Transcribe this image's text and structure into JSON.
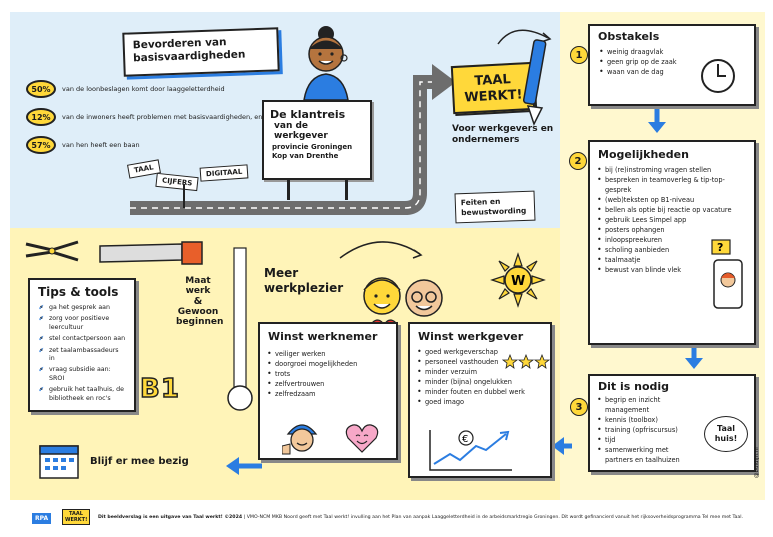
{
  "colors": {
    "accent_yellow": "#ffd83a",
    "light_blue": "#dfeef9",
    "light_yellow": "#fff4b8",
    "arrow_blue": "#2b7de1",
    "road": "#6d6d6d"
  },
  "title_banner": "Bevorderen van basisvaardigheden",
  "stats": [
    {
      "value": "50%",
      "text": "van de loonbeslagen komt door laaggeletterdheid"
    },
    {
      "value": "12%",
      "text": "van de inwoners heeft problemen met basisvaardigheden, en"
    },
    {
      "value": "57%",
      "text": "van hen heeft een baan"
    }
  ],
  "journey_sign": {
    "line1": "De klantreis",
    "line2": "van de werkgever",
    "line3": "provincie Groningen",
    "line4": "Kop van Drenthe"
  },
  "road_signs": [
    "TAAL",
    "CIJFERS",
    "DIGITAAL"
  ],
  "taalwerkt_sign": "TAAL WERKT!",
  "for_employers": "Voor werkgevers en ondernemers",
  "facts_label": "Feiten en bewustwording",
  "steps": [
    {
      "number": "1",
      "title": "Obstakels",
      "items": [
        "weinig draagvlak",
        "geen grip op de zaak",
        "waan van de dag"
      ]
    },
    {
      "number": "2",
      "title": "Mogelijkheden",
      "items": [
        "bij (re)instroming vragen stellen",
        "bespreken in teamoverleg & tip-top-gesprek",
        "(web)teksten op B1-niveau",
        "bellen als optie bij reactie op vacature",
        "gebruik Lees Simpel app",
        "posters ophangen",
        "inloopspreekuren",
        "scholing aanbieden",
        "taalmaatje",
        "bewust van blinde vlek"
      ]
    },
    {
      "number": "3",
      "title": "Dit is nodig",
      "items": [
        "begrip en inzicht management",
        "kennis (toolbox)",
        "training (opfriscursus)",
        "tijd",
        "samenwerking met partners en taalhuizen"
      ]
    }
  ],
  "taalhuis_bubble": "Taal huis!",
  "tips": {
    "title": "Tips & tools",
    "items": [
      "ga het gesprek aan",
      "zorg voor positieve leercultuur",
      "stel contactpersoon aan",
      "zet taalambassadeurs in",
      "vraag subsidie aan: SROI",
      "gebruik het taalhuis, de bibliotheek en roc's"
    ]
  },
  "b1_badge": "B1",
  "maatwerk": {
    "line1": "Maat",
    "line2": "werk",
    "amp": "&",
    "line3": "Gewoon",
    "line4": "beginnen"
  },
  "meer_plezier": "Meer werkplezier",
  "sun_letter": "W",
  "winst_werknemer": {
    "title": "Winst werknemer",
    "items": [
      "veiliger werken",
      "doorgroei mogelijkheden",
      "trots",
      "zelfvertrouwen",
      "zelfredzaam"
    ]
  },
  "winst_werkgever": {
    "title": "Winst werkgever",
    "items": [
      "goed werkgeverschap",
      "personeel vasthouden",
      "minder verzuim",
      "minder (bijna) ongelukken",
      "minder fouten en dubbel werk",
      "goed imago"
    ]
  },
  "stay_busy": "Blijf er mee bezig",
  "euro_symbol": "€",
  "credit": "@buidijn.nl",
  "footer": {
    "logo1": "RPA",
    "logo2": "TAAL WERKT!",
    "lead": "Dit beeldverslag is een uitgave van Taal werkt! ©2024",
    "body": "VMO-NCM MKB Noord geeft met Taal werkt! invulling aan het Plan van aanpak Laaggeletterdheid in de arbeidsmarktregio Groningen. Dit wordt gefinancierd vanuit het rijksoverheidsprogramma Tel mee met Taal."
  },
  "icons": [
    "clock-icon",
    "pen-icon",
    "arrow-down-icon",
    "arrow-left-icon",
    "phone-icon",
    "calendar-icon",
    "sun-icon",
    "heart-icon",
    "stars-icon",
    "chart-icon",
    "pliers-icon",
    "saw-icon",
    "tape-measure-icon"
  ]
}
